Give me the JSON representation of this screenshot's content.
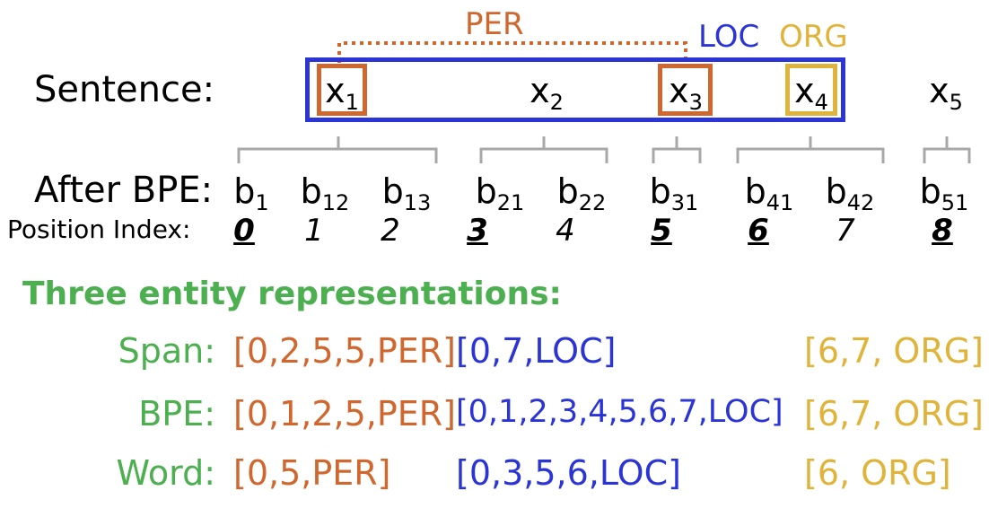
{
  "colors": {
    "per": "#d0672e",
    "loc": "#2b35d6",
    "org": "#e0b43a",
    "green": "#4caf50",
    "bracket": "#a8a8a8"
  },
  "labels": {
    "sentence": "Sentence:",
    "after_bpe": "After BPE:",
    "position_index": "Position Index:",
    "per": "PER",
    "loc": "LOC",
    "org": "ORG"
  },
  "words": [
    {
      "base": "x",
      "sub": "1"
    },
    {
      "base": "x",
      "sub": "2"
    },
    {
      "base": "x",
      "sub": "3"
    },
    {
      "base": "x",
      "sub": "4"
    },
    {
      "base": "x",
      "sub": "5"
    }
  ],
  "bpe_tokens": [
    {
      "base": "b",
      "sub": "1"
    },
    {
      "base": "b",
      "sub": "12"
    },
    {
      "base": "b",
      "sub": "13"
    },
    {
      "base": "b",
      "sub": "21"
    },
    {
      "base": "b",
      "sub": "22"
    },
    {
      "base": "b",
      "sub": "31"
    },
    {
      "base": "b",
      "sub": "41"
    },
    {
      "base": "b",
      "sub": "42"
    },
    {
      "base": "b",
      "sub": "51"
    }
  ],
  "position_indices": [
    "0",
    "1",
    "2",
    "3",
    "4",
    "5",
    "6",
    "7",
    "8"
  ],
  "section_title": "Three entity representations:",
  "representations": [
    {
      "label": "Span:",
      "per": "[0,2,5,5,PER]",
      "loc": "[0,7,LOC]",
      "org": "[6,7, ORG]"
    },
    {
      "label": "BPE:",
      "per": "[0,1,2,5,PER]",
      "loc": "[0,1,2,3,4,5,6,7,LOC]",
      "org": "[6,7, ORG]"
    },
    {
      "label": "Word:",
      "per": "[0,5,PER]",
      "loc": "[0,3,5,6,LOC]",
      "org": "[6, ORG]"
    }
  ]
}
